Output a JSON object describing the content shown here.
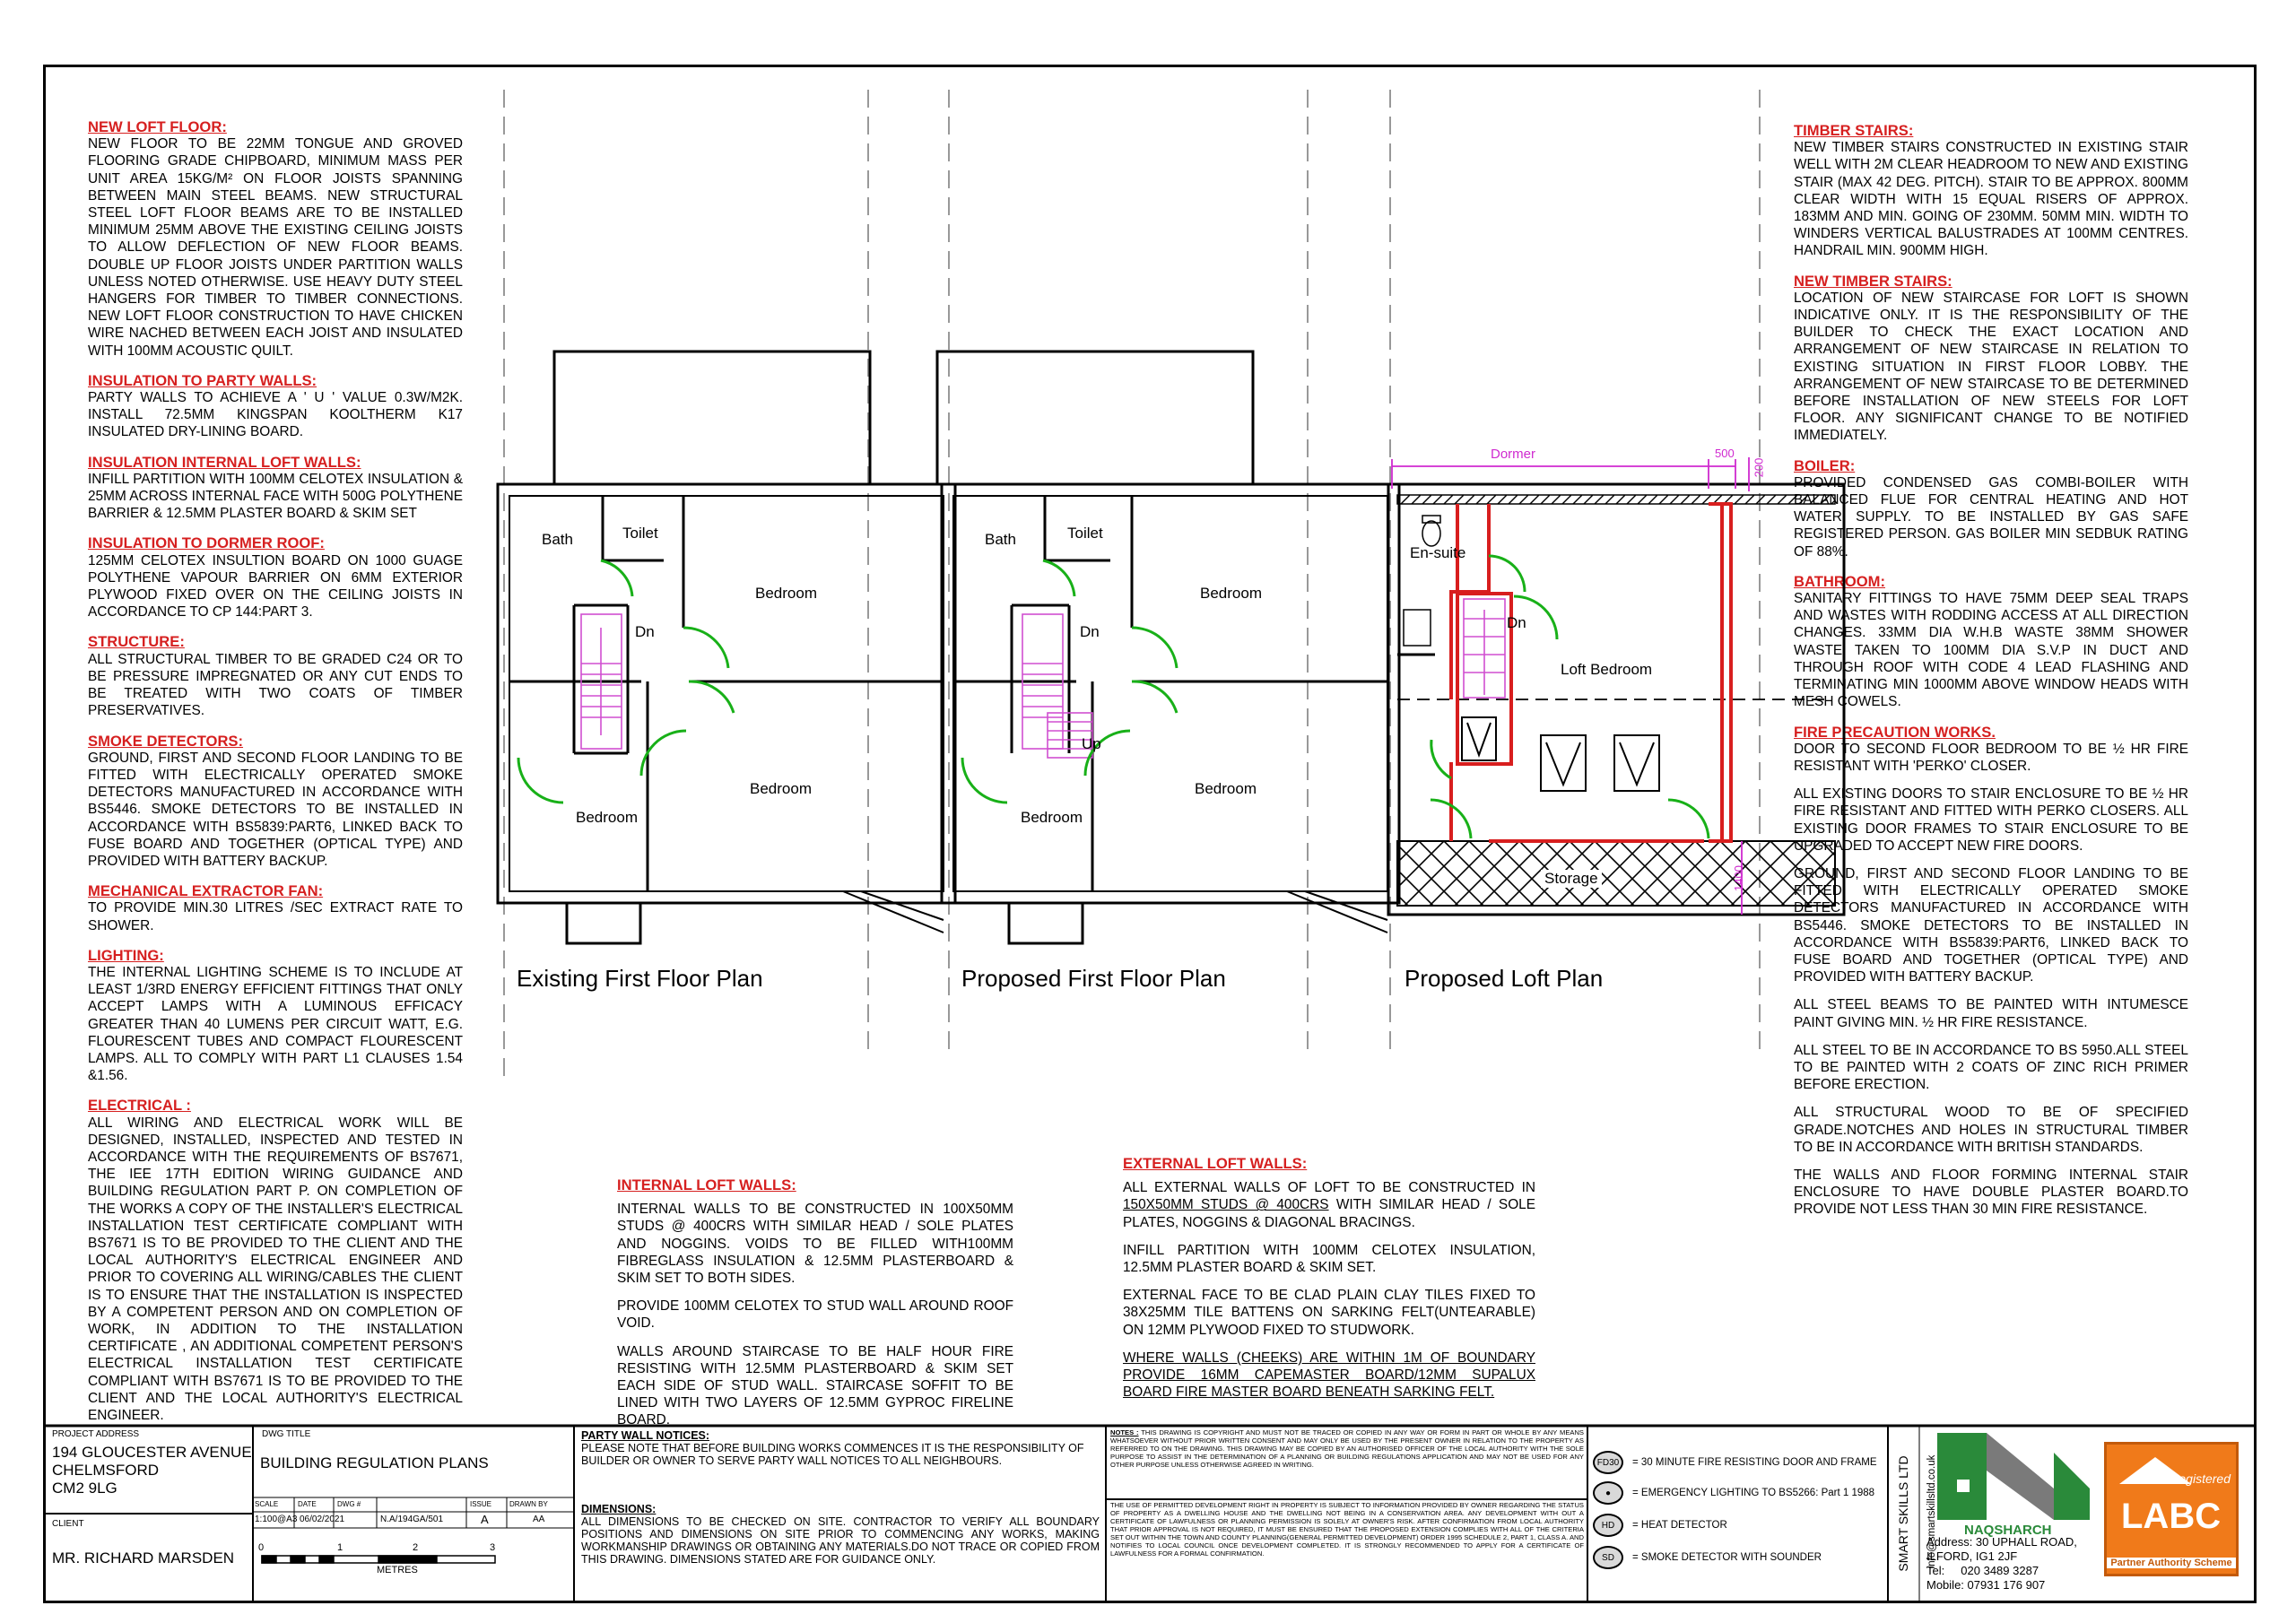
{
  "left_notes": [
    {
      "heading": "NEW LOFT FLOOR:",
      "body": [
        "NEW FLOOR TO BE 22mm TONGUE AND GROVED FLOORING GRADE CHIPBOARD, MINIMUM MASS PER UNIT AREA 15Kg/m² ON FLOOR JOISTS SPANNING BETWEEN MAIN STEEL BEAMS. NEW STRUCTURAL STEEL LOFT FLOOR BEAMS ARE TO BE INSTALLED MINIMUM 25mm ABOVE THE EXISTING CEILING JOISTS TO ALLOW DEFLECTION OF NEW FLOOR BEAMS. DOUBLE UP FLOOR JOISTS UNDER PARTITION WALLS UNLESS NOTED OTHERWISE. USE HEAVY DUTY STEEL HANGERS FOR TIMBER TO TIMBER CONNECTIONS. NEW LOFT FLOOR CONSTRUCTION TO HAVE CHICKEN WIRE NACHED BETWEEN EACH JOIST AND INSULATED WITH 100mm ACOUSTIC QUILT."
      ]
    },
    {
      "heading": "INSULATION TO PARTY WALLS:",
      "body": [
        "PARTY WALLS TO ACHIEVE A ' U ' VALUE 0.3w/m2k. INSTALL 72.5mm KINGSPAN KOOLTHERM K17 INSULATED DRY-LINING BOARD."
      ]
    },
    {
      "heading": "INSULATION INTERNAL LOFT WALLS:",
      "body": [
        "INFILL PARTITION WITH 100mm CELOTEX INSULATION & 25mm ACROSS INTERNAL FACE WITH 500g POLYTHENE BARRIER & 12.5mm PLASTER BOARD & SKIM SET"
      ]
    },
    {
      "heading": "INSULATION TO DORMER ROOF:",
      "body": [
        "125mm CELOTEX INSULTION BOARD ON 1000 GUAGE POLYTHENE VAPOUR BARRIER ON 6mm EXTERIOR PLYWOOD FIXED OVER ON THE CEILING JOISTS IN ACCORDANCE TO CP 144:PART 3."
      ]
    },
    {
      "heading": "STRUCTURE:",
      "body": [
        "ALL STRUCTURAL TIMBER TO BE GRADED C24 OR TO BE PRESSURE IMPREGNATED OR ANY CUT ENDS TO BE TREATED WITH TWO COATS OF TIMBER PRESERVATIVES."
      ]
    },
    {
      "heading": "SMOKE DETECTORS:",
      "body": [
        "GROUND, FIRST AND SECOND FLOOR LANDING TO BE FITTED WITH ELECTRICALLY OPERATED SMOKE DETECTORS MANUFACTURED IN ACCORDANCE WITH BS5446. SMOKE DETECTORS TO BE INSTALLED IN ACCORDANCE WITH BS5839:PART6, LINKED BACK TO FUSE BOARD AND TOGETHER (OPTICAL TYPE) AND PROVIDED WITH BATTERY BACKUP."
      ]
    },
    {
      "heading": "MECHANICAL EXTRACTOR FAN:",
      "body": [
        "TO PROVIDE MIN.30 LITRES /SEC EXTRACT RATE TO SHOWER."
      ]
    },
    {
      "heading": "LIGHTING:",
      "body": [
        "THE INTERNAL LIGHTING SCHEME IS TO INCLUDE AT LEAST 1/3RD ENERGY EFFICIENT FITTINGS THAT ONLY ACCEPT LAMPS WITH A LUMINOUS EFFICACY GREATER THAN 40 LUMENS PER CIRCUIT WATT, e.g. FLOURESCENT TUBES AND COMPACT FLOURESCENT LAMPS. ALL TO COMPLY WITH PART L1 CLAUSES 1.54 &1.56."
      ]
    },
    {
      "heading": "ELECTRICAL :",
      "body": [
        "ALL WIRING AND ELECTRICAL WORK WILL BE DESIGNED, INSTALLED, INSPECTED AND TESTED IN ACCORDANCE WITH THE REQUIREMENTS OF BS7671, THE IEE 17TH EDITION WIRING GUIDANCE AND BUILDING REGULATION PART P. ON COMPLETION OF THE WORKS A COPY OF THE INSTALLER'S ELECTRICAL INSTALLATION TEST CERTIFICATE COMPLIANT WITH BS7671 IS TO BE PROVIDED TO THE CLIENT AND THE LOCAL AUTHORITY'S ELECTRICAL ENGINEER AND PRIOR TO COVERING ALL WIRING/CABLES THE CLIENT IS TO ENSURE THAT THE INSTALLATION IS INSPECTED BY A COMPETENT PERSON AND ON COMPLETION OF WORK, IN ADDITION TO THE INSTALLATION CERTIFICATE , AN ADDITIONAL COMPETENT PERSON'S ELECTRICAL INSTALLATION TEST CERTIFICATE COMPLIANT WITH BS7671 IS TO BE PROVIDED TO THE CLIENT AND THE LOCAL AUTHORITY'S ELECTRICAL ENGINEER."
      ]
    }
  ],
  "right_notes": [
    {
      "heading": "TIMBER STAIRS:",
      "body": [
        "NEW TIMBER STAIRS CONSTRUCTED IN EXISTING STAIR WELL WITH 2M CLEAR HEADROOM TO NEW AND EXISTING STAIR (MAX 42 DEG. PITCH). STAIR TO BE APPROX. 800MM CLEAR WIDTH WITH 15 EQUAL RISERS OF APPROX. 183MM AND MIN. GOING OF 230MM. 50MM MIN. WIDTH TO WINDERS VERTICAL BALUSTRADES AT 100MM CENTRES. HANDRAIL MIN. 900MM HIGH."
      ]
    },
    {
      "heading": "NEW TIMBER STAIRS:",
      "body": [
        "LOCATION OF NEW STAIRCASE FOR LOFT IS SHOWN INDICATIVE ONLY. IT IS THE RESPONSIBILITY OF THE BUILDER TO CHECK THE EXACT LOCATION AND ARRANGEMENT OF NEW STAIRCASE IN RELATION TO EXISTING SITUATION IN FIRST FLOOR LOBBY. THE ARRANGEMENT OF NEW STAIRCASE TO BE DETERMINED BEFORE INSTALLATION OF NEW STEELS FOR LOFT FLOOR. ANY SIGNIFICANT CHANGE TO BE NOTIFIED IMMEDIATELY."
      ]
    },
    {
      "heading": "BOILER:",
      "body": [
        "PROVIDED CONDENSED GAS COMBI-BOILER WITH BALANCED FLUE FOR CENTRAL HEATING AND HOT WATER SUPPLY. TO BE INSTALLED BY GAS SAFE REGISTERED PERSON. GAS BOILER MIN SEDBUK RATING OF 88%."
      ]
    },
    {
      "heading": "BATHROOM:",
      "body": [
        "SANITARY FITTINGS TO HAVE 75MM DEEP SEAL TRAPS AND WASTES WITH RODDING ACCESS AT ALL DIRECTION CHANGES. 33MM DIA W.H.B WASTE 38MM SHOWER WASTE TAKEN TO 100MM DIA S.V.P IN DUCT AND THROUGH ROOF WITH CODE 4 LEAD FLASHING AND TERMINATING MIN 1000MM ABOVE WINDOW HEADS WITH MESH COWELS."
      ]
    },
    {
      "heading": "FIRE PRECAUTION WORKS.",
      "body": [
        "DOOR TO SECOND FLOOR BEDROOM TO BE ½ HR FIRE RESISTANT WITH 'PERKO' CLOSER.",
        "ALL EXISTING DOORS TO STAIR ENCLOSURE TO BE ½ HR FIRE RESISTANT AND FITTED WITH PERKO CLOSERS. ALL EXISTING DOOR FRAMES TO STAIR ENCLOSURE TO BE UPGRADED TO ACCEPT NEW FIRE DOORS.",
        "GROUND, FIRST AND SECOND FLOOR LANDING TO BE FITTED WITH ELECTRICALLY OPERATED SMOKE DETECTORS MANUFACTURED IN ACCORDANCE WITH BS5446. SMOKE DETECTORS TO BE INSTALLED IN ACCORDANCE WITH BS5839:PART6, LINKED BACK TO FUSE BOARD AND TOGETHER (OPTICAL TYPE) AND PROVIDED WITH BATTERY BACKUP.",
        "ALL STEEL BEAMS TO BE PAINTED WITH INTUMESCE PAINT GIVING MIN. ½ HR FIRE RESISTANCE.",
        "ALL STEEL TO BE IN ACCORDANCE TO BS 5950.ALL STEEL TO BE PAINTED WITH 2 COATS OF ZINC RICH PRIMER BEFORE ERECTION.",
        "ALL STRUCTURAL WOOD TO BE OF SPECIFIED GRADE.NOTCHES AND HOLES IN STRUCTURAL TIMBER TO BE IN ACCORDANCE WITH BRITISH STANDARDS.",
        "THE WALLS AND FLOOR FORMING INTERNAL STAIR ENCLOSURE TO HAVE DOUBLE PLASTER BOARD.TO PROVIDE NOT LESS THAN 30 MIN FIRE RESISTANCE."
      ]
    }
  ],
  "internal_loft_walls": {
    "heading": "INTERNAL LOFT WALLS:",
    "body": [
      "INTERNAL WALLS TO BE CONSTRUCTED IN 100x50mm STUDS @ 400crs WITH SIMILAR HEAD / SOLE PLATES AND NOGGINS. VOIDS TO BE FILLED WITH100mm FIBREGLASS INSULATION & 12.5mm PLASTERBOARD & SKIM SET TO BOTH SIDES.",
      "PROVIDE 100mm CELOTEX TO STUD WALL AROUND ROOF VOID.",
      "WALLS AROUND STAIRCASE TO BE HALF HOUR FIRE RESISTING WITH 12.5mm PLASTERBOARD & SKIM SET EACH SIDE OF STUD WALL. STAIRCASE SOFFIT TO BE LINED WITH TWO LAYERS OF 12.5mm GYPROC FIRELINE BOARD."
    ]
  },
  "external_loft_walls": {
    "heading": "EXTERNAL LOFT WALLS:",
    "p1_pre": "ALL EXTERNAL WALLS OF LOFT TO BE CONSTRUCTED IN ",
    "p1_ul": "150x50mm STUDS @ 400crs",
    "p1_post": " WITH SIMILAR HEAD / SOLE PLATES, NOGGINS & DIAGONAL BRACINGS.",
    "p2": "INFILL PARTITION WITH 100mm CELOTEX INSULATION, 12.5mm PLASTER BOARD & SKIM SET.",
    "p3": "EXTERNAL FACE TO BE CLAD PLAIN CLAY TILES FIXED TO 38X25mm TILE BATTENS ON SARKING FELT(UNTEARABLE) ON 12mm PLYWOOD FIXED TO STUDWORK.",
    "p4": "WHERE WALLS (CHEEKS) ARE WITHIN 1m OF BOUNDARY PROVIDE 16mm CAPEMASTER BOARD/12mm SUPALUX BOARD FIRE MASTER BOARD BENEATH SARKING FELT."
  },
  "plans": {
    "existing": {
      "title": "Existing First Floor Plan",
      "rooms": {
        "bath": "Bath",
        "toilet": "Toilet",
        "bed1": "Bedroom",
        "bed2": "Bedroom",
        "bed3": "Bedroom",
        "dn": "Dn"
      }
    },
    "proposed": {
      "title": "Proposed First Floor Plan",
      "rooms": {
        "bath": "Bath",
        "toilet": "Toilet",
        "bed1": "Bedroom",
        "bed2": "Bedroom",
        "bed3": "Bedroom",
        "dn": "Dn",
        "up": "Up"
      }
    },
    "loft": {
      "title": "Proposed Loft Plan",
      "rooms": {
        "ensuite": "En-suite",
        "dn": "Dn",
        "loft_bedroom": "Loft Bedroom",
        "storage": "Storage"
      },
      "dims": {
        "dormer": "Dormer",
        "d500": "500",
        "d200": "200",
        "d1400": "1400"
      }
    }
  },
  "title_block": {
    "project_address_label": "PROJECT ADDRESS",
    "address_lines": [
      "194 GLOUCESTER AVENUE",
      "CHELMSFORD",
      "CM2 9LG"
    ],
    "client_label": "CLIENT",
    "client": "MR. RICHARD MARSDEN",
    "dwg_title_label": "DWG TITLE",
    "dwg_title": "BUILDING REGULATION PLANS",
    "hdr_scale": "SCALE",
    "hdr_date": "DATE",
    "hdr_dwg": "DWG #",
    "hdr_issue": "ISSUE",
    "hdr_drawn": "DRAWN BY",
    "scale": "1:100@A3",
    "date": "06/02/2021",
    "dwg_no": "N.A/194GA/501",
    "issue": "A",
    "drawn": "AA",
    "scale_bar": {
      "n0": "0",
      "n1": "1",
      "n2": "2",
      "n3": "3",
      "unit": "METRES"
    },
    "party_wall_heading": "PARTY WALL NOTICES:",
    "party_wall_text": "PLEASE NOTE THAT BEFORE BUILDING WORKS COMMENCES IT IS THE RESPONSIBILITY OF BUILDER OR OWNER TO SERVE PARTY WALL NOTICES TO ALL NEIGHBOURS.",
    "dimensions_heading": "DIMENSIONS:",
    "dimensions_text": "ALL DIMENSIONS TO BE CHECKED ON SITE. CONTRACTOR TO VERIFY ALL BOUNDARY POSITIONS AND DIMENSIONS ON SITE PRIOR TO COMMENCING ANY WORKS, MAKING WORKMANSHIP DRAWINGS OR OBTAINING ANY MATERIALS.DO NOT TRACE OR COPIED FROM THIS DRAWING. DIMENSIONS STATED ARE FOR GUIDANCE ONLY.",
    "notes_heading": "NOTES :",
    "notes_text": "THIS DRAWING IS COPYRIGHT AND MUST NOT BE TRACED OR COPIED IN ANY WAY OR FORM IN PART OR WHOLE BY ANY MEANS WHATSOEVER WITHOUT PRIOR WRITTEN CONSENT AND MAY ONLY BE USED BY THE PRESENT OWNER IN RELATION TO THE PROPERTY AS REFERRED TO ON THE DRAWING. THIS DRAWING MAY BE COPIED BY AN AUTHORISED OFFICER OF THE LOCAL AUTHORITY WITH THE SOLE PURPOSE TO ASSIST IN THE DETERMINATION OF A PLANNING OR BUILDING REGULATIONS APPLICATION AND MAY NOT BE USED FOR ANY OTHER PURPOSE UNLESS OTHERWISE AGREED IN WRITING.",
    "notes_text2": "THE USE OF PERMITTED DEVELOPMENT RIGHT IN PROPERTY IS SUBJECT TO INFORMATION PROVIDED BY OWNER REGARDING THE STATUS OF PROPERTY AS A DWELLING HOUSE AND THE DWELLING NOT BEING IN A CONSERVATION AREA. ANY DEVELOPMENT WITH OUT A CERTIFICATE OF LAWFULNESS OR PLANNING PERMISSION IS SOLELY AT OWNER'S RISK. AFTER CONFIRMATION FROM LOCAL AUTHORITY THAT PRIOR APPROVAL IS NOT REQUIRED, IT MUST BE ENSURED THAT THE PROPOSED EXTENSION COMPLIES WITH ALL OF THE CRITERIA SET OUT WITHIN THE TOWN AND COUNTY PLANNING(GENERAL PERMITTED DEVELOPMENT) ORDER 1995 SCHEDULE 2, PART 1, CLASS A. AND NOTIFIES TO LOCAL COUNCIL ONCE DEVELOPMENT COMPLETED. IT IS STRONGLY RECOMMENDED TO APPLY FOR A CERTIFICATE OF LAWFULNESS FOR A FORMAL CONFIRMATION.",
    "legend": [
      {
        "sym": "FD30",
        "label": "= 30 MINUTE FIRE RESISTING DOOR AND FRAME"
      },
      {
        "sym": "●",
        "label": "= EMERGENCY LIGHTING TO BS5266: Part 1 1988"
      },
      {
        "sym": "HD",
        "label": "= HEAT DETECTOR"
      },
      {
        "sym": "SD",
        "label": "= SMOKE DETECTOR WITH SOUNDER"
      }
    ],
    "company_vertical": "SMART SKILLS LTD",
    "email_vertical": "info@smartskillsltd.co.uk",
    "brand": "NAQSHARCH",
    "contact": {
      "l1": "Address: 30 UPHALL ROAD,",
      "l2": "ILFORD, IG1 2JF",
      "l3": "Tel:     020 3489 3287",
      "l4": "Mobile: 07931 176 907"
    },
    "labc": {
      "registered": "registered",
      "name": "LABC",
      "sub": "Partner Authority Scheme"
    }
  },
  "colors": {
    "red_heading": "#d61f1f",
    "wall_red": "#d81e1e",
    "door_green": "#18b018",
    "stair_pink": "#d04fd0",
    "dim_magenta": "#d02ad0",
    "labc_orange": "#f07a1a",
    "brand_green": "#2a8a3a"
  }
}
